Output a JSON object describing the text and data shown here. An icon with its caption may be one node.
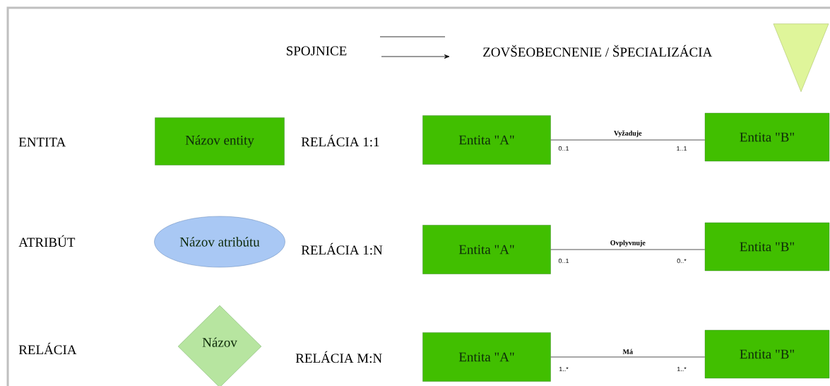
{
  "diagram": {
    "nodes": [
      {
        "text": [
          "Názov entity"
        ]
      },
      {
        "text": [
          "Názov atribútu"
        ]
      },
      {
        "text": [
          "Názov"
        ]
      },
      {
        "text": [
          "Entita \"A\""
        ]
      },
      {
        "text": [
          "Entita \"B\""
        ]
      },
      {
        "text": [
          "Entita \"A\""
        ]
      },
      {
        "text": [
          "Entita \"B\""
        ]
      },
      {
        "text": [
          "Entita \"A\""
        ]
      },
      {
        "text": [
          "Entita \"B\""
        ]
      },
      {
        "text": [],
        "shape": "triangle"
      }
    ],
    "edges": [
      {
        "from": 3,
        "to": 4,
        "arrow": "none",
        "label": "Vyžaduje"
      },
      {
        "from": 5,
        "to": 6,
        "arrow": "none",
        "label": "Ovplyvnuje"
      },
      {
        "from": 7,
        "to": 8,
        "arrow": "none",
        "label": "Má"
      }
    ],
    "labels": [
      "SPOJNICE",
      "ZOVŠEOBECNENIE / ŠPECIALIZÁCIA",
      "ENTITA",
      "RELÁCIA 1:1",
      "0..1",
      "1..1",
      "ATRIBÚT",
      "RELÁCIA 1:N",
      "0..1",
      "0..*",
      "RELÁCIA",
      "RELÁCIA M:N",
      "1..*",
      "1..*"
    ]
  }
}
